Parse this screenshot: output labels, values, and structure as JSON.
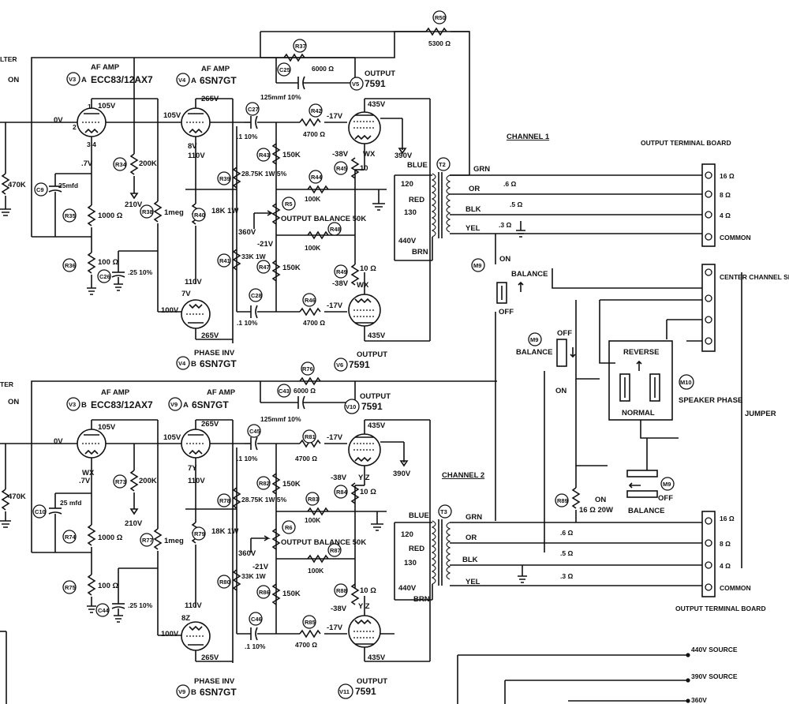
{
  "ch1": {
    "v3a": {
      "ref": "V3",
      "suffix": "A",
      "type": "ECC83/12AX7",
      "title": "AF AMP"
    },
    "v4a": {
      "ref": "V4",
      "suffix": "A",
      "type": "6SN7GT",
      "title": "AF AMP"
    },
    "v5": {
      "ref": "V5",
      "type": "7591",
      "title": "OUTPUT"
    },
    "v6": {
      "ref": "V6",
      "type": "7591",
      "title": "OUTPUT"
    },
    "v4b": {
      "ref": "V4",
      "suffix": "B",
      "type": "6SN7GT",
      "title": "PHASE INV"
    },
    "transformer": {
      "ref": "T2",
      "blue": "BLUE",
      "red": "RED",
      "brn": "BRN",
      "grn": "GRN",
      "or": "OR",
      "blk": "BLK",
      "yel": "YEL",
      "tap120": "120",
      "tap130": "130",
      "v440": "440V",
      "v390": "390V"
    },
    "channel_label": "CHANNEL 1",
    "board_title": "OUTPUT TERMINAL BOARD",
    "terminals": [
      "16 Ω",
      "8 Ω",
      "4 Ω",
      "COMMON"
    ],
    "out_r": [
      ".6 Ω",
      ".5 Ω",
      ".3 Ω"
    ],
    "comp": {
      "r50": {
        "ref": "R50",
        "val": "5300 Ω"
      },
      "r37": {
        "ref": "R37",
        "val": "6000 Ω"
      },
      "c25": {
        "ref": "C25",
        "val": "125mmf 10%"
      },
      "r42": {
        "ref": "R42",
        "val": "4700 Ω"
      },
      "c27": {
        "ref": "C27",
        "val": ".1 10%"
      },
      "r34": {
        "ref": "R34",
        "val": "200K"
      },
      "r35": {
        "ref": "R35",
        "val": "1000 Ω"
      },
      "r36": {
        "ref": "R36",
        "val": "100 Ω"
      },
      "c9": {
        "ref": "C9",
        "val": "25mfd"
      },
      "r470": {
        "val": "470K"
      },
      "r38": {
        "ref": "R38",
        "val": "1meg"
      },
      "c26": {
        "ref": "C26",
        "val": ".25 10%"
      },
      "r43": {
        "ref": "R43",
        "val": "150K"
      },
      "r39": {
        "ref": "R39",
        "val": "28.75K 1W 5%"
      },
      "r40": {
        "ref": "R40",
        "val": "18K 1W"
      },
      "r44": {
        "ref": "R44",
        "val": "100K"
      },
      "r45": {
        "ref": "R45",
        "val": "10"
      },
      "r5": {
        "ref": "R5",
        "val": "OUTPUT BALANCE 50K"
      },
      "r48": {
        "ref": "R48",
        "val": "100K"
      },
      "r41": {
        "ref": "R41",
        "val": "33K 1W"
      },
      "r47": {
        "ref": "R47",
        "val": "150K"
      },
      "r49": {
        "ref": "R49",
        "val": "10 Ω"
      },
      "c28": {
        "ref": "C28",
        "val": ".1 10%"
      },
      "r46": {
        "ref": "R46",
        "val": "4700 Ω"
      }
    },
    "volts": {
      "v0": "0V",
      "v105a": "105V",
      "v7": ".7V",
      "v210": "210V",
      "v105b": "105V",
      "v265a": "265V",
      "v8": "8V",
      "v110a": "110V",
      "v360": "360V",
      "v_21": "-21V",
      "v_17a": "-17V",
      "v435a": "435V",
      "v38a": "-38V",
      "v110b": "110V",
      "v7b": "7V",
      "v100": "100V",
      "v265b": "265V",
      "v_17b": "-17V",
      "v435b": "435V",
      "v38b": "-38V"
    },
    "pins": {
      "wx": "WX"
    }
  },
  "ch2": {
    "v3b": {
      "ref": "V3",
      "suffix": "B",
      "type": "ECC83/12AX7",
      "title": "AF AMP"
    },
    "v9a": {
      "ref": "V9",
      "suffix": "A",
      "type": "6SN7GT",
      "title": "AF AMP"
    },
    "v10": {
      "ref": "V10",
      "type": "7591",
      "title": "OUTPUT"
    },
    "v11": {
      "ref": "V11",
      "type": "7591",
      "title": "OUTPUT"
    },
    "v9b": {
      "ref": "V9",
      "suffix": "B",
      "type": "6SN7GT",
      "title": "PHASE INV"
    },
    "transformer": {
      "ref": "T3",
      "blue": "BLUE",
      "red": "RED",
      "brn": "BRN",
      "grn": "GRN",
      "or": "OR",
      "blk": "BLK",
      "yel": "YEL",
      "tap120": "120",
      "tap130": "130",
      "v440": "440V",
      "v390": "390V"
    },
    "channel_label": "CHANNEL 2",
    "board_title": "OUTPUT TERMINAL BOARD",
    "terminals": [
      "16 Ω",
      "8 Ω",
      "4 Ω",
      "COMMON"
    ],
    "out_r": [
      ".6 Ω",
      ".5 Ω",
      ".3 Ω"
    ],
    "comp": {
      "r76": {
        "ref": "R76",
        "val": ""
      },
      "c43": {
        "ref": "C43",
        "val": "6000 Ω"
      },
      "c43b": {
        "val": "125mmf 10%"
      },
      "c45": {
        "ref": "C45",
        "val": ".1 10%"
      },
      "r81": {
        "ref": "R81",
        "val": "4700 Ω"
      },
      "r73": {
        "ref": "R73",
        "val": "200K"
      },
      "r74": {
        "ref": "R74",
        "val": "1000 Ω"
      },
      "r75": {
        "ref": "R75",
        "val": "100 Ω"
      },
      "c10": {
        "ref": "C10",
        "val": "25 mfd"
      },
      "r470": {
        "val": "470K"
      },
      "r77": {
        "ref": "R77",
        "val": "1meg"
      },
      "c44": {
        "ref": "C44",
        "val": ".25 10%"
      },
      "r82": {
        "ref": "R82",
        "val": "150K"
      },
      "r78": {
        "ref": "R78",
        "val": "28.75K 1W 5%"
      },
      "r79": {
        "ref": "R79",
        "val": "18K 1W"
      },
      "r83": {
        "ref": "R83",
        "val": "100K"
      },
      "r84": {
        "ref": "R84",
        "val": "10 Ω"
      },
      "r6": {
        "ref": "R6",
        "val": "OUTPUT BALANCE 50K"
      },
      "r87": {
        "ref": "R87",
        "val": "100K"
      },
      "r80": {
        "ref": "R80",
        "val": "33K 1W"
      },
      "r86": {
        "ref": "R86",
        "val": "150K"
      },
      "r88": {
        "ref": "R88",
        "val": "10 Ω"
      },
      "c46": {
        "ref": "C46",
        "val": ".1 10%"
      },
      "r85": {
        "ref": "R85",
        "val": "4700 Ω"
      },
      "r89": {
        "ref": "R89",
        "val": "16 Ω 20W"
      }
    },
    "volts": {
      "v0": "0V",
      "v105a": "105V",
      "v7": ".7V",
      "v210": "210V",
      "v105b": "105V",
      "v265a": "265V",
      "v7y": "7Y",
      "v110a": "110V",
      "v360": "360V",
      "v_21": "-21V",
      "v_17a": "-17V",
      "v435a": "435V",
      "v38a": "-38V",
      "v110b": "110V",
      "v8z": "8Z",
      "v100": "100V",
      "v265b": "265V",
      "v_17b": "-17V",
      "v435b": "435V",
      "v38b": "-38V",
      "v390": "390V"
    },
    "pins": {
      "yz": "Y Z",
      "wx": "WX"
    }
  },
  "switches": {
    "m9_ref": "M9",
    "balance": "BALANCE",
    "on": "ON",
    "off": "OFF",
    "m10_ref": "M10",
    "speaker_phase": "SPEAKER PHASE",
    "reverse": "REVERSE",
    "normal": "NORMAL",
    "jumper": "JUMPER",
    "center_channel": "CENTER CHANNEL SPEAKER"
  },
  "left_cut": {
    "filter_top": "LTER",
    "on_top": "ON",
    "filter_bot": "TER",
    "on_bot": "ON"
  },
  "supply": [
    "440V SOURCE",
    "390V SOURCE",
    "360V"
  ]
}
